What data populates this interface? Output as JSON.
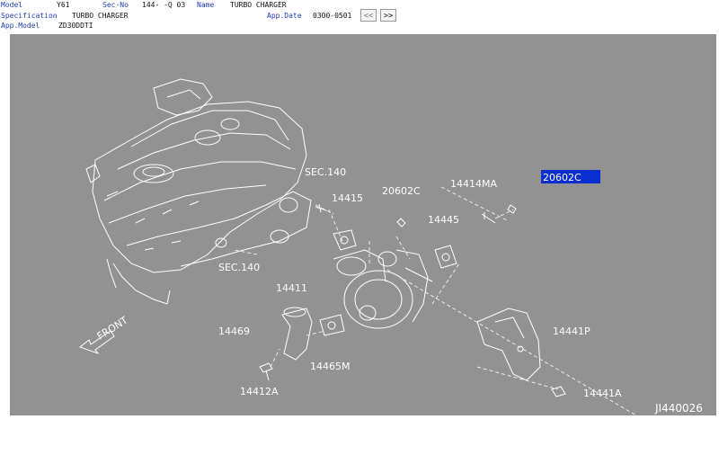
{
  "header": {
    "model_label": "Model",
    "model_value": "Y61",
    "secno_label": "Sec-No",
    "secno_value": "144-  -Q 03",
    "name_label": "Name",
    "name_value": "TURBO CHARGER",
    "spec_label": "Specification",
    "spec_value": "TURBO CHARGER",
    "appdate_label": "App.Date",
    "appdate_value": "0300-0501",
    "appmodel_label": "App.Model",
    "appmodel_value": "ZD30DDTI",
    "prev_label": "<<",
    "next_label": ">>"
  },
  "diagram": {
    "labels": {
      "sec140_upper": "SEC.140",
      "sec140_lower": "SEC.140",
      "p14415": "14415",
      "p20602c": "20602C",
      "p14414ma": "14414MA",
      "p14445": "14445",
      "p14411": "14411",
      "p14441p": "14441P",
      "p14469": "14469",
      "p14465m": "14465M",
      "p14412a": "14412A",
      "p14441a": "14441A",
      "front": "FRONT"
    },
    "selected_part": "20602C",
    "watermark": "JI440026"
  },
  "colors": {
    "header_label": "#1f3fb0",
    "diagram_bg": "#929292",
    "selection": "#0a2ecf",
    "line": "#ffffff"
  }
}
